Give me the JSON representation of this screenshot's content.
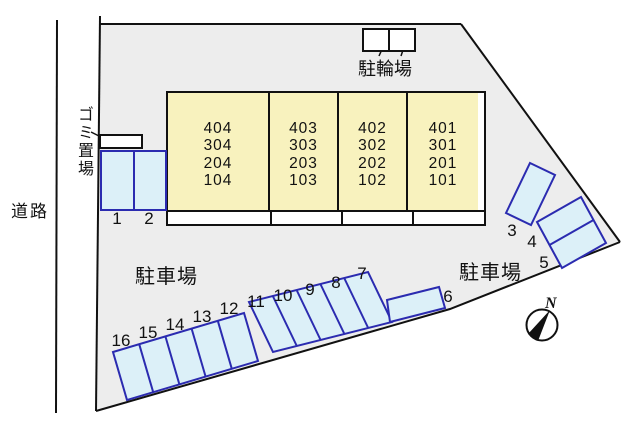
{
  "site": {
    "road_label": "道路",
    "garbage_label": "ゴミ置場",
    "bicycle_label": "駐輪場",
    "parking_label_left": "駐車場",
    "parking_label_right": "駐車場"
  },
  "building": {
    "columns": [
      {
        "units": [
          "404",
          "304",
          "204",
          "104"
        ]
      },
      {
        "units": [
          "403",
          "303",
          "203",
          "103"
        ]
      },
      {
        "units": [
          "402",
          "302",
          "202",
          "102"
        ]
      },
      {
        "units": [
          "401",
          "301",
          "201",
          "101"
        ]
      }
    ]
  },
  "parking": {
    "space_labels": [
      "1",
      "2",
      "3",
      "4",
      "5",
      "6",
      "7",
      "8",
      "9",
      "10",
      "11",
      "12",
      "13",
      "14",
      "15",
      "16"
    ]
  },
  "compass": {
    "north_label": "N"
  },
  "colors": {
    "site_fill": "#EDEDED",
    "building_fill": "#F8F2BE",
    "space_fill": "#DCF0F8",
    "space_border": "#2B2BB0",
    "line": "#111111"
  }
}
